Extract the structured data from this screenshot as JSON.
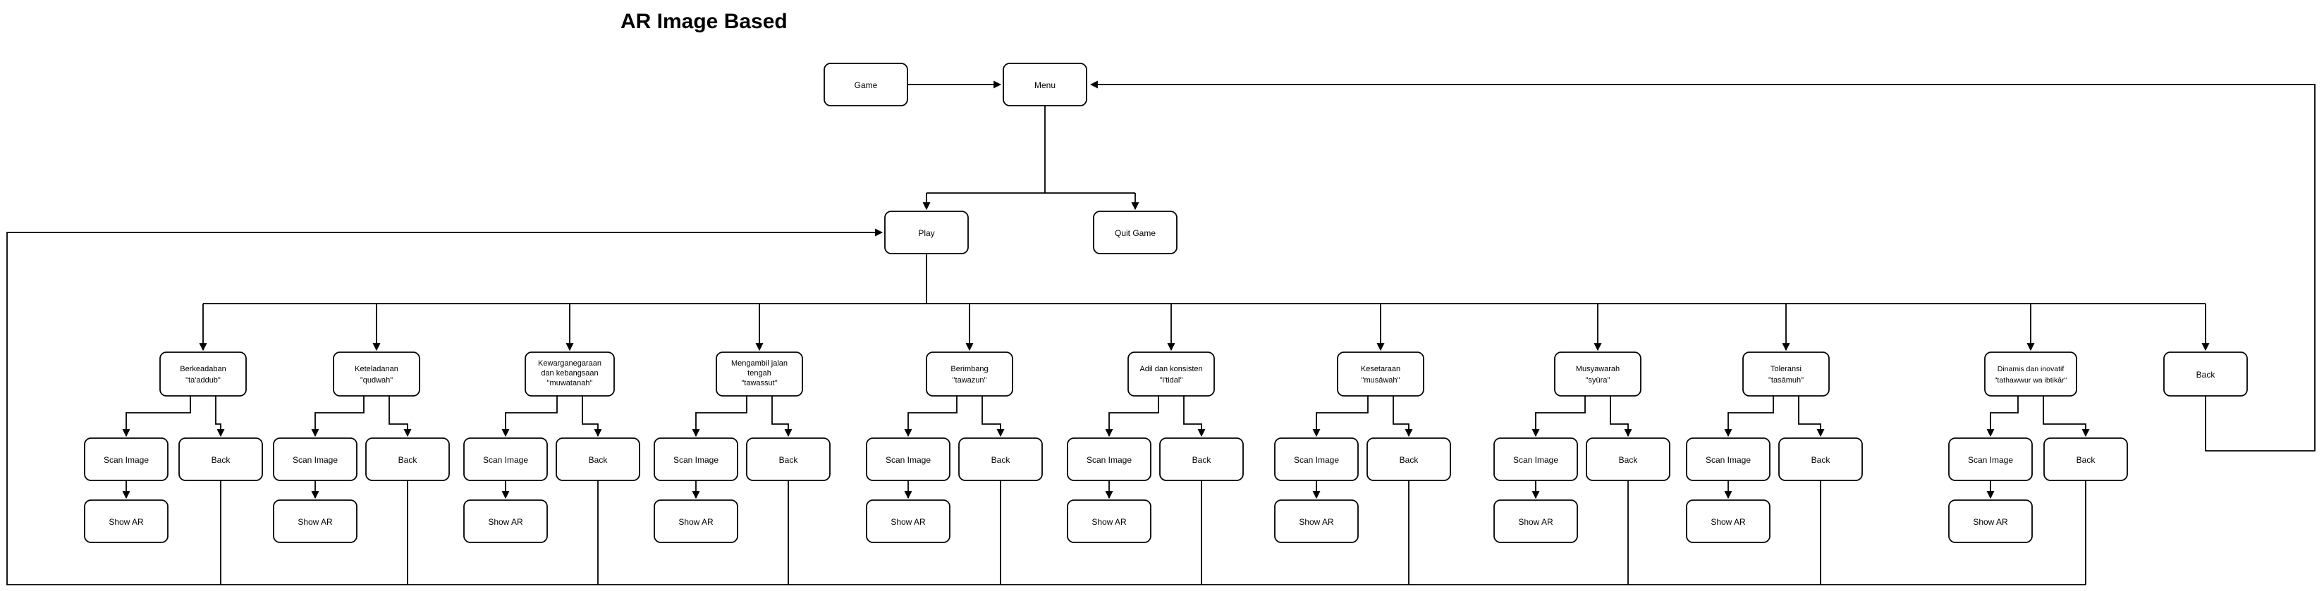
{
  "title": "AR Image Based",
  "nodes": {
    "game": "Game",
    "menu": "Menu",
    "play": "Play",
    "quit_game": "Quit Game",
    "scan_image": "Scan Image",
    "back": "Back",
    "show_ar": "Show AR"
  },
  "topics": [
    {
      "lines": [
        "Berkeadaban",
        "\"ta'addub\""
      ]
    },
    {
      "lines": [
        "Keteladanan",
        "\"qudwah\""
      ]
    },
    {
      "lines": [
        "Kewarganegaraan",
        "dan kebangsaan",
        "\"muwatanah\""
      ]
    },
    {
      "lines": [
        "Mengambil jalan",
        "tengah",
        "\"tawassut\""
      ]
    },
    {
      "lines": [
        "Berimbang",
        "\"tawazun\""
      ]
    },
    {
      "lines": [
        "Adil dan konsisten",
        "\"i'tidal\""
      ]
    },
    {
      "lines": [
        "Kesetaraan",
        "\"musāwah\""
      ]
    },
    {
      "lines": [
        "Musyawarah",
        "\"syūra\""
      ]
    },
    {
      "lines": [
        "Toleransi",
        "\"tasāmuh\""
      ]
    },
    {
      "lines": [
        "Dinamis dan inovatif",
        "\"tathawwur wa ibtikâr\""
      ]
    }
  ],
  "colors": {
    "stroke": "#000000",
    "node_fill": "#ffffff",
    "text": "#000000",
    "background": "#ffffff"
  }
}
